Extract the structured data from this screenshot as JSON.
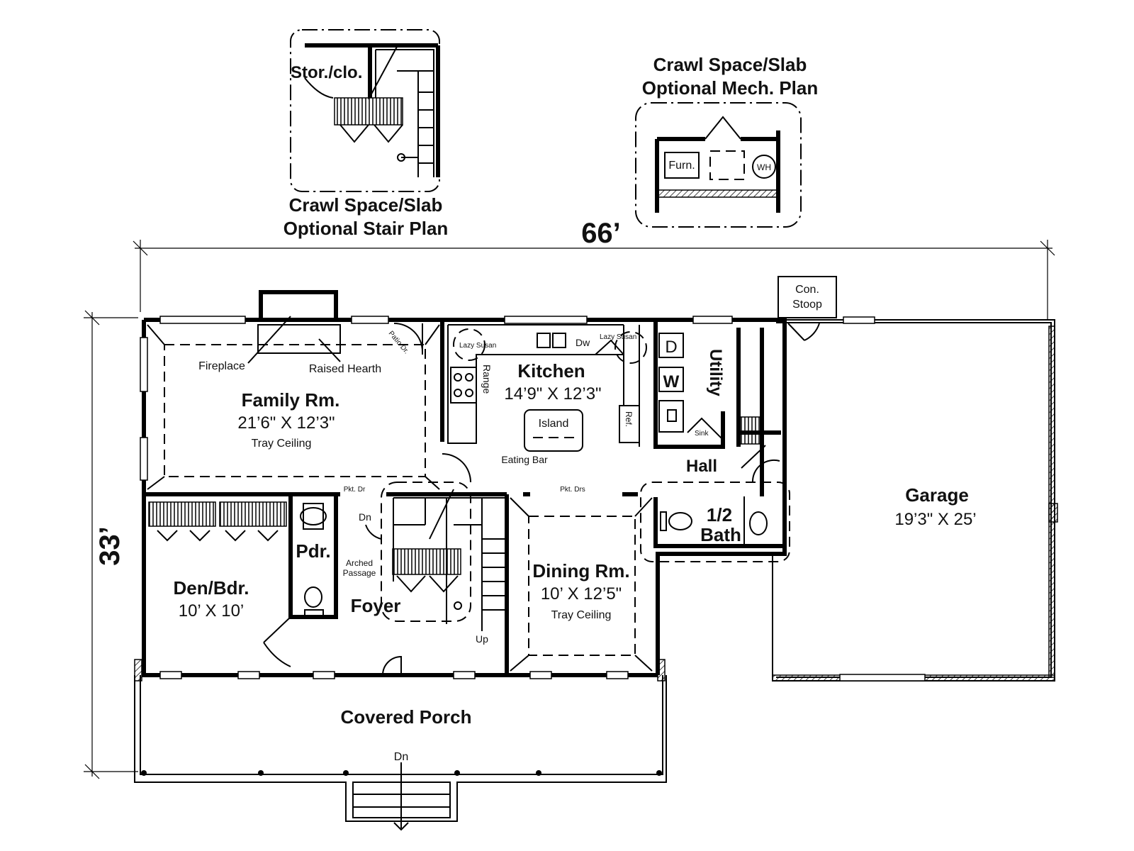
{
  "dimensions": {
    "width_label": "66’",
    "depth_label": "33’"
  },
  "insets": {
    "stair_plan": {
      "title_line1": "Crawl Space/Slab",
      "title_line2": "Optional Stair Plan",
      "room": "Stor./clo."
    },
    "mech_plan": {
      "title_line1": "Crawl Space/Slab",
      "title_line2": "Optional Mech. Plan",
      "furnace": "Furn.",
      "water_heater": "WH"
    }
  },
  "rooms": {
    "family": {
      "name": "Family Rm.",
      "size": "21’6\" X 12’3\"",
      "note": "Tray Ceiling"
    },
    "kitchen": {
      "name": "Kitchen",
      "size": "14’9\" X 12’3\""
    },
    "utility": {
      "name": "Utility"
    },
    "hall": {
      "name": "Hall"
    },
    "garage": {
      "name": "Garage",
      "size": "19’3\" X 25’"
    },
    "den": {
      "name": "Den/Bdr.",
      "size": "10’ X 10’"
    },
    "powder": {
      "name": "Pdr."
    },
    "foyer": {
      "name": "Foyer"
    },
    "dining": {
      "name": "Dining Rm.",
      "size": "10’ X 12’5\"",
      "note": "Tray Ceiling"
    },
    "half_bath": {
      "name_line1": "1/2",
      "name_line2": "Bath"
    },
    "porch": {
      "name": "Covered Porch"
    }
  },
  "fixtures": {
    "fireplace": "Fireplace",
    "raised_hearth": "Raised Hearth",
    "patio_door": "Patio Dr.",
    "lazy_susan_left": "Lazy Susan",
    "lazy_susan_right": "Lazy Susan",
    "dishwasher": "Dw",
    "range": "Range",
    "refrigerator": "Ref.",
    "island": "Island",
    "eating_bar": "Eating Bar",
    "sink": "Sink",
    "dryer": "D",
    "washer": "W",
    "pocket_door": "Pkt. Dr",
    "pocket_doors": "Pkt. Drs",
    "arched_passage_line1": "Arched",
    "arched_passage_line2": "Passage",
    "stairs_down": "Dn",
    "stairs_up": "Up",
    "porch_steps_down": "Dn",
    "stoop_line1": "Con.",
    "stoop_line2": "Stoop"
  }
}
